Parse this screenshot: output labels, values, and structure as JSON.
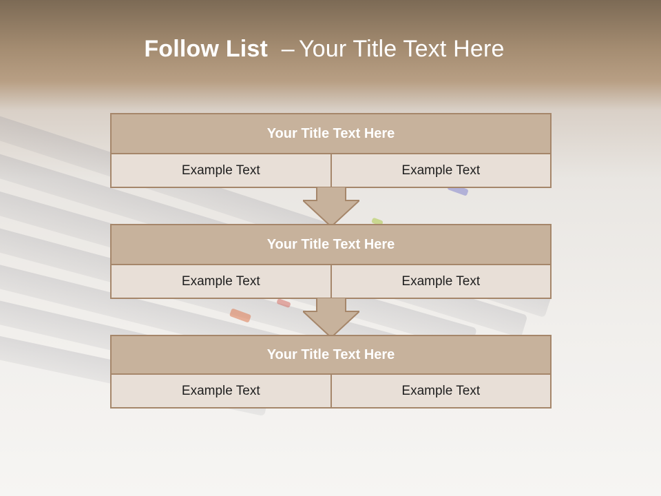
{
  "slide": {
    "title_bold": "Follow List",
    "title_dash": "–",
    "title_rest": "Your Title Text Here"
  },
  "blocks": [
    {
      "title": "Your Title Text Here",
      "cells": [
        "Example Text",
        "Example Text"
      ]
    },
    {
      "title": "Your Title Text Here",
      "cells": [
        "Example Text",
        "Example Text"
      ]
    },
    {
      "title": "Your Title Text Here",
      "cells": [
        "Example Text",
        "Example Text"
      ]
    }
  ],
  "colors": {
    "header_fill": "#c7b29c",
    "cell_fill": "#e8dfd7",
    "border": "#a5866a",
    "arrow_fill": "#c7b29c"
  }
}
